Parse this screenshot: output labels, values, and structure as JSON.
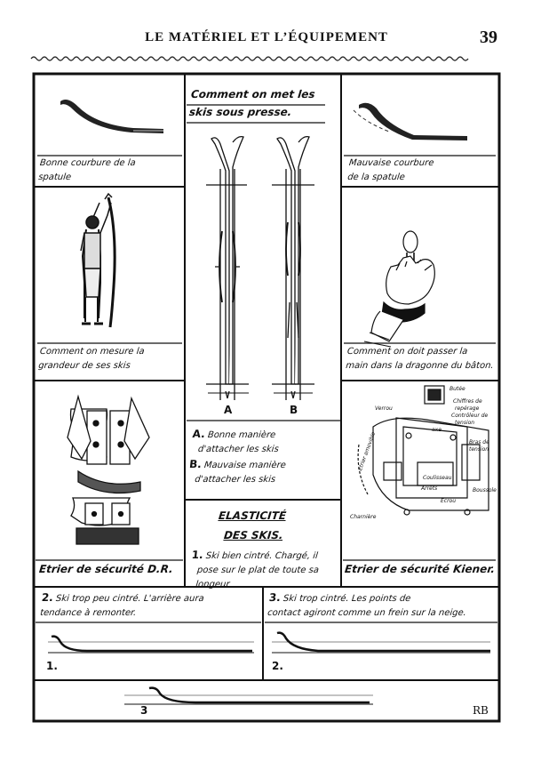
{
  "header": {
    "title": "LE MATÉRIEL ET L’ÉQUIPEMENT",
    "page_number": "39"
  },
  "left": {
    "caption_1_line1": "Bonne courbure de la",
    "caption_1_line2": "spatule",
    "caption_2_line1": "Comment on mesure la",
    "caption_2_line2": "grandeur de ses skis",
    "caption_3": "Etrier de sécurité D.R."
  },
  "center": {
    "title_line1": "Comment on met les",
    "title_line2": "skis sous presse.",
    "label_a": "A",
    "label_b": "B",
    "legend_a_letter": "A.",
    "legend_a_line1": "Bonne manière",
    "legend_a_line2": "d'attacher les skis",
    "legend_b_letter": "B.",
    "legend_b_line1": "Mauvaise manière",
    "legend_b_line2": "d'attacher les skis",
    "elast_line1": "ELASTICITÉ",
    "elast_line2": "DES SKIS.",
    "elast_1_num": "1.",
    "elast_1_line1": "Ski bien cintré. Chargé, il",
    "elast_1_line2": "pose sur le plat de toute sa",
    "elast_1_line3": "longeur"
  },
  "right": {
    "caption_1_line1": "Mauvaise courbure",
    "caption_1_line2": "de la spatule",
    "caption_2_line1": "Comment on doit passer la",
    "caption_2_line2": "main dans la dragonne du bâton.",
    "caption_3": "Etrier de sécurité Kiener.",
    "labels": {
      "butee": "Butée",
      "verrou": "Verrou",
      "chiffres": "Chiffres de",
      "reperage": "repérage",
      "controleur": "Contrôleur de",
      "tension": "tension",
      "bras_de": "Bras de",
      "tension2": "tension",
      "boussole": "Boussole",
      "charniere": "Charnière",
      "coulisseau": "Coulisseau",
      "ecrou": "Ecrou",
      "arrets": "Arrêts",
      "axe": "axe",
      "etrier": "Etrier amovible"
    }
  },
  "bottom": {
    "cell2_num": "2.",
    "cell2_line1": "Ski trop peu cintré. L'arrière aura",
    "cell2_line2": "tendance à remonter.",
    "cell3_num": "3.",
    "cell3_line1": "Ski trop cintré. Les points de",
    "cell3_line2": "contact agiront comme un frein sur la neige.",
    "fig_1": "1.",
    "fig_2": "2.",
    "fig_3": "3",
    "signature": "RB"
  }
}
